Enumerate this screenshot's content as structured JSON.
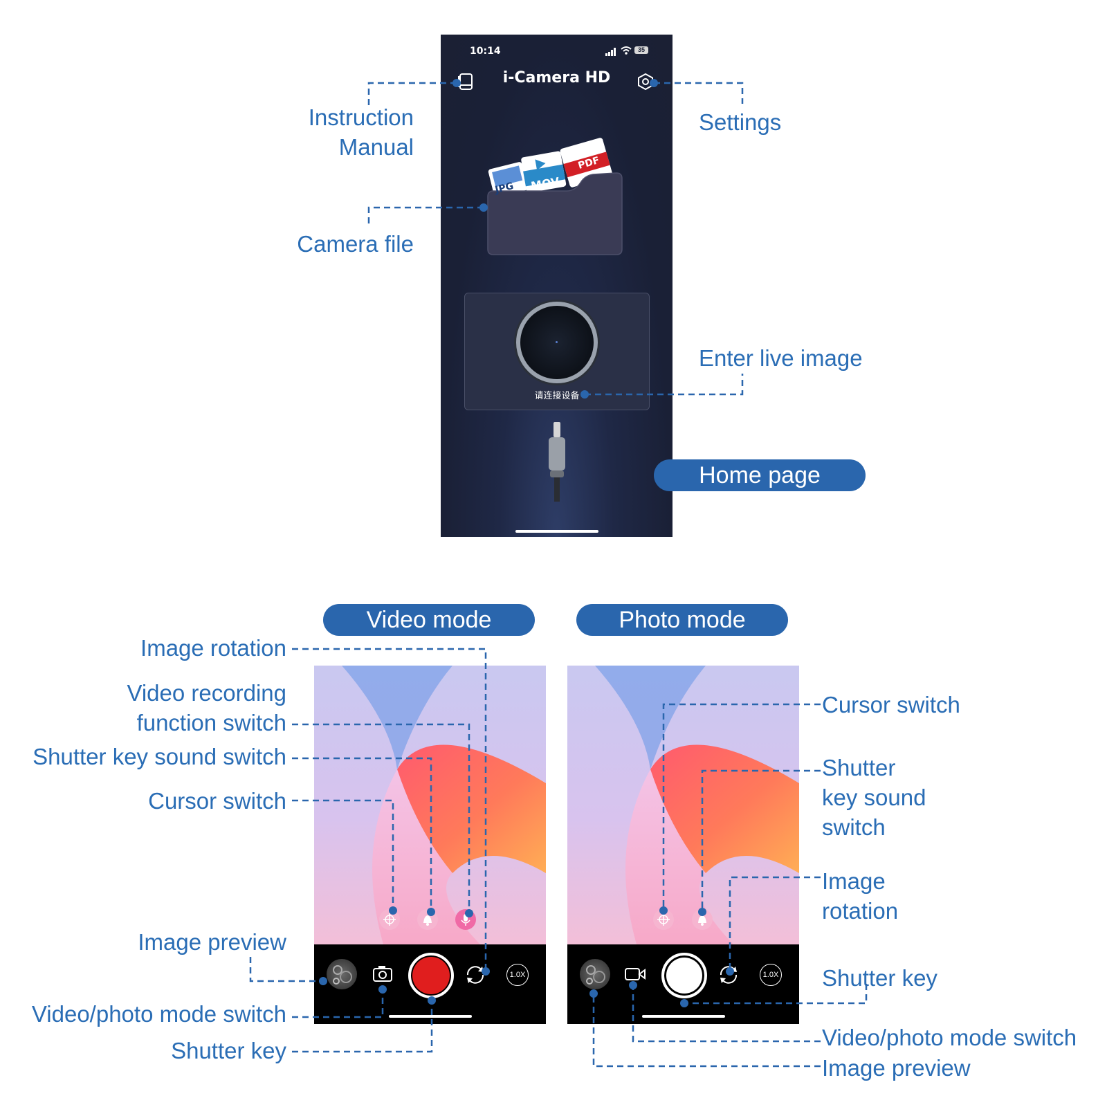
{
  "home": {
    "status_time": "10:14",
    "battery": "35",
    "app_title": "i-Camera HD",
    "file_labels": [
      "JPG",
      "MOV",
      "PDF"
    ],
    "connect_prompt": "请连接设备",
    "pill_label": "Home page",
    "callouts": {
      "instruction_manual_line1": "Instruction",
      "instruction_manual_line2": "Manual",
      "settings": "Settings",
      "camera_file": "Camera file",
      "enter_live_image": "Enter live image"
    }
  },
  "video_mode": {
    "pill_label": "Video mode",
    "zoom": "1.0X",
    "callouts": {
      "image_rotation": "Image rotation",
      "video_recording_line1": "Video recording",
      "video_recording_line2": "function switch",
      "shutter_sound": "Shutter key sound switch",
      "cursor_switch": "Cursor switch",
      "image_preview": "Image preview",
      "mode_switch": "Video/photo mode switch",
      "shutter_key": "Shutter key"
    }
  },
  "photo_mode": {
    "pill_label": "Photo mode",
    "zoom": "1.0X",
    "callouts": {
      "cursor_switch": "Cursor switch",
      "shutter_sound_line1": "Shutter",
      "shutter_sound_line2": "key sound",
      "shutter_sound_line3": "switch",
      "image_rotation_line1": "Image",
      "image_rotation_line2": "rotation",
      "shutter_key": "Shutter key",
      "mode_switch": "Video/photo mode switch",
      "image_preview": "Image preview"
    }
  },
  "colors": {
    "accent": "#2a66ad",
    "callout_text": "#2a6db5",
    "record_red": "#e01e1e",
    "phone_bg": "#1b2034"
  }
}
